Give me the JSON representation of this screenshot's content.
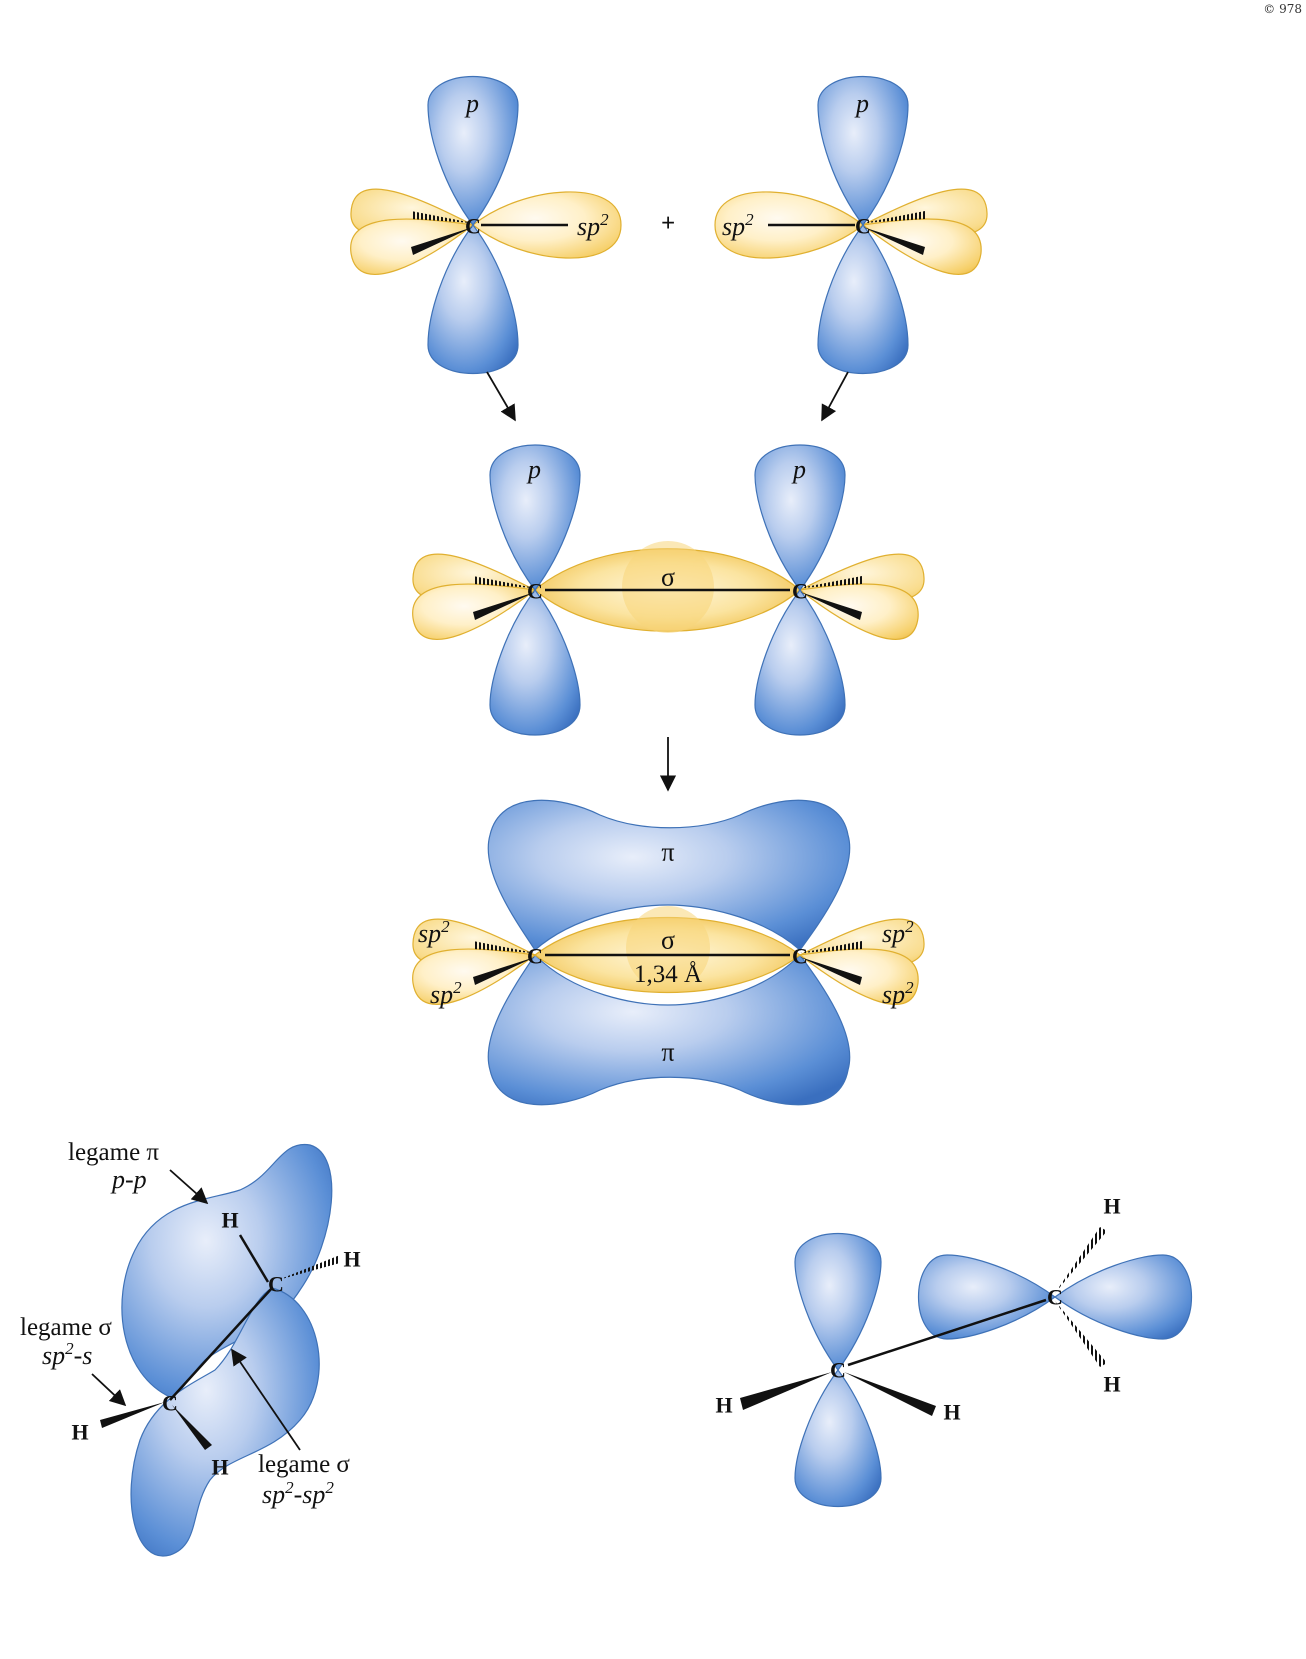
{
  "copyright": "© 978",
  "colors": {
    "p_orbital": "#5b8fd6",
    "sp2_orbital": "#f7d67a",
    "text": "#111111"
  },
  "panel_top": {
    "left": {
      "atom": "C",
      "p_label": "p",
      "sp2_label": "sp",
      "sp2_sup": "2"
    },
    "plus": "+",
    "right": {
      "atom": "C",
      "p_label": "p",
      "sp2_label": "sp",
      "sp2_sup": "2"
    }
  },
  "panel_sigma": {
    "atom_left": "C",
    "atom_right": "C",
    "p_label_left": "p",
    "p_label_right": "p",
    "sigma": "σ"
  },
  "panel_pi": {
    "atom_left": "C",
    "atom_right": "C",
    "pi_top": "π",
    "pi_bottom": "π",
    "sigma": "σ",
    "bond_length": "1,34 Å",
    "sp2_label": "sp",
    "sp2_sup": "2"
  },
  "panel_bottom_left": {
    "atom_c": "C",
    "atom_h": "H",
    "pi_bond_label": "legame π",
    "pi_bond_type": "p-p",
    "sigma_sp2s_label": "legame σ",
    "sigma_sp2s_type_main": "sp",
    "sigma_sp2s_type_sup": "2",
    "sigma_sp2s_type_end": "-s",
    "sigma_sp2sp2_label": "legame σ",
    "sigma_sp2sp2_a": "sp",
    "sigma_sp2sp2_sup1": "2",
    "sigma_sp2sp2_b": "-sp",
    "sigma_sp2sp2_sup2": "2"
  },
  "panel_bottom_right": {
    "atom_c": "C",
    "atom_h": "H"
  }
}
